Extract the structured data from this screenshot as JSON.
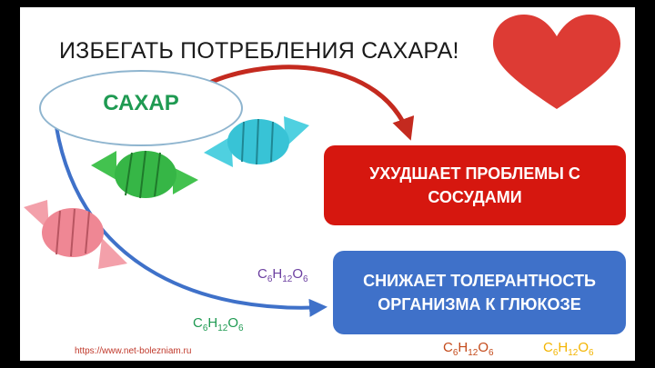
{
  "title": "ИЗБЕГАТЬ ПОТРЕБЛЕНИЯ САХАРА!",
  "source_label": "САХАР",
  "effects": [
    "УХУДШАЕТ ПРОБЛЕМЫ С СОСУДАМИ",
    "СНИЖАЕТ ТОЛЕРАНТНОСТЬ ОРГАНИЗМА К ГЛЮКОЗЕ"
  ],
  "formula": {
    "c": "C",
    "c_n": "6",
    "h": "H",
    "h_n": "12",
    "o": "O",
    "o_n": "6"
  },
  "url": "https://www.net-bolezniam.ru",
  "colors": {
    "red": "#d6170f",
    "blue": "#3f71c9",
    "heart": "#dd3b34",
    "candy_green": "#3fbf4a",
    "candy_cyan": "#3cc9d9",
    "candy_pink": "#f08a96"
  },
  "icons": [
    "heart-icon",
    "green-candy-icon",
    "cyan-candy-icon",
    "pink-candy-icon"
  ]
}
